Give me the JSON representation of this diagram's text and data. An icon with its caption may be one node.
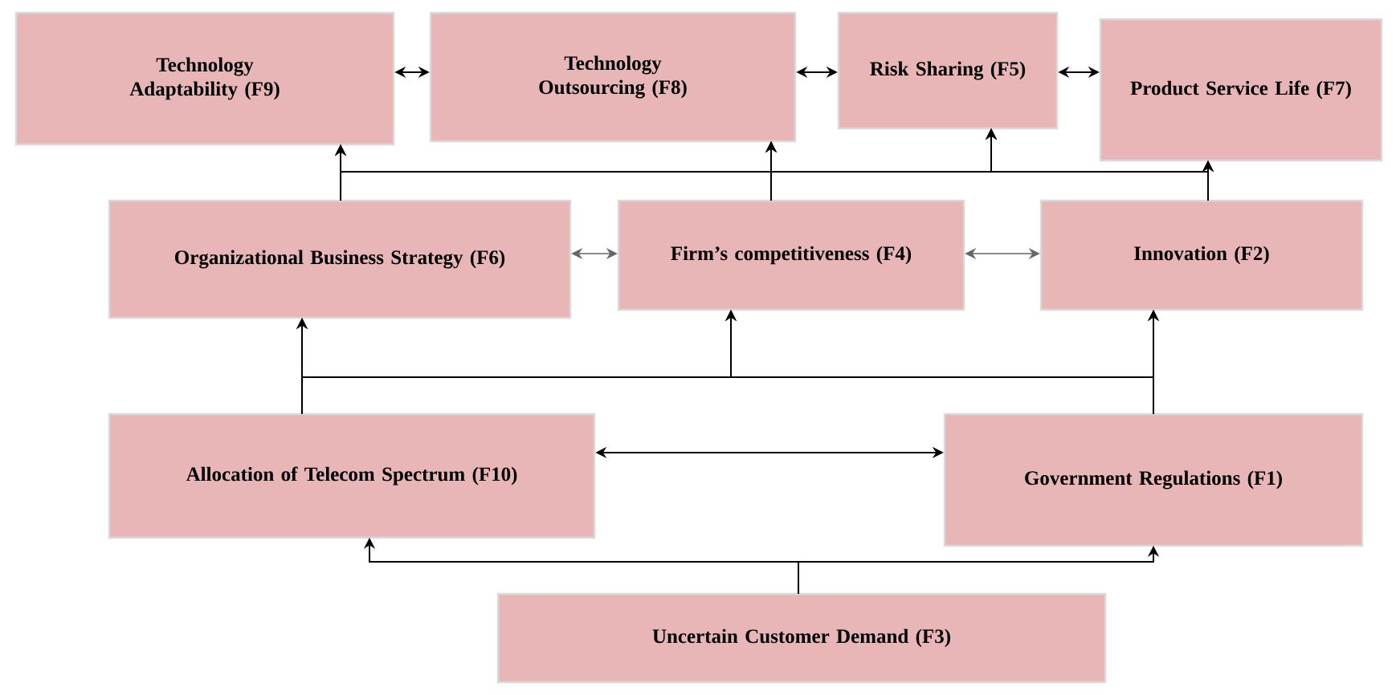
{
  "diagram": {
    "nodes": [
      {
        "text": [
          "Technology Adaptability (F9)"
        ]
      },
      {
        "text": [
          "Technology Outsourcing (F8)"
        ]
      },
      {
        "text": [
          "Risk Sharing (F5)"
        ]
      },
      {
        "text": [
          "Product Service Life (F7)"
        ]
      },
      {
        "text": [
          "Organizational Business Strategy (F6)"
        ]
      },
      {
        "text": [
          "Firm’s competitiveness (F4)"
        ]
      },
      {
        "text": [
          "Innovation (F2)"
        ]
      },
      {
        "text": [
          "Allocation of Telecom Spectrum (F10)"
        ]
      },
      {
        "text": [
          "Government Regulations (F1)"
        ]
      },
      {
        "text": [
          "Uncertain Customer Demand (F3)"
        ]
      }
    ],
    "edges": [
      {
        "from": 0,
        "to": 1,
        "arrow": "both"
      },
      {
        "from": 1,
        "to": 2,
        "arrow": "both"
      },
      {
        "from": 2,
        "to": 3,
        "arrow": "both"
      },
      {
        "from": 4,
        "to": 5,
        "arrow": "both",
        "color": "#666666"
      },
      {
        "from": 5,
        "to": 6,
        "arrow": "both",
        "color": "#666666"
      },
      {
        "from": 4,
        "to": 0,
        "arrow": "to"
      },
      {
        "from": 4,
        "to": 1,
        "arrow": "to"
      },
      {
        "from": 4,
        "to": 2,
        "arrow": "to"
      },
      {
        "from": 4,
        "to": 3,
        "arrow": "to"
      },
      {
        "from": 5,
        "to": 0,
        "arrow": "to"
      },
      {
        "from": 5,
        "to": 1,
        "arrow": "to"
      },
      {
        "from": 5,
        "to": 2,
        "arrow": "to"
      },
      {
        "from": 5,
        "to": 3,
        "arrow": "to"
      },
      {
        "from": 6,
        "to": 0,
        "arrow": "to"
      },
      {
        "from": 6,
        "to": 1,
        "arrow": "to"
      },
      {
        "from": 6,
        "to": 2,
        "arrow": "to"
      },
      {
        "from": 6,
        "to": 3,
        "arrow": "to"
      },
      {
        "from": 7,
        "to": 4,
        "arrow": "to"
      },
      {
        "from": 7,
        "to": 5,
        "arrow": "to"
      },
      {
        "from": 7,
        "to": 6,
        "arrow": "to"
      },
      {
        "from": 8,
        "to": 4,
        "arrow": "to"
      },
      {
        "from": 8,
        "to": 5,
        "arrow": "to"
      },
      {
        "from": 8,
        "to": 6,
        "arrow": "to"
      },
      {
        "from": 7,
        "to": 8,
        "arrow": "both"
      },
      {
        "from": 9,
        "to": 7,
        "arrow": "to"
      },
      {
        "from": 9,
        "to": 8,
        "arrow": "to"
      }
    ]
  }
}
